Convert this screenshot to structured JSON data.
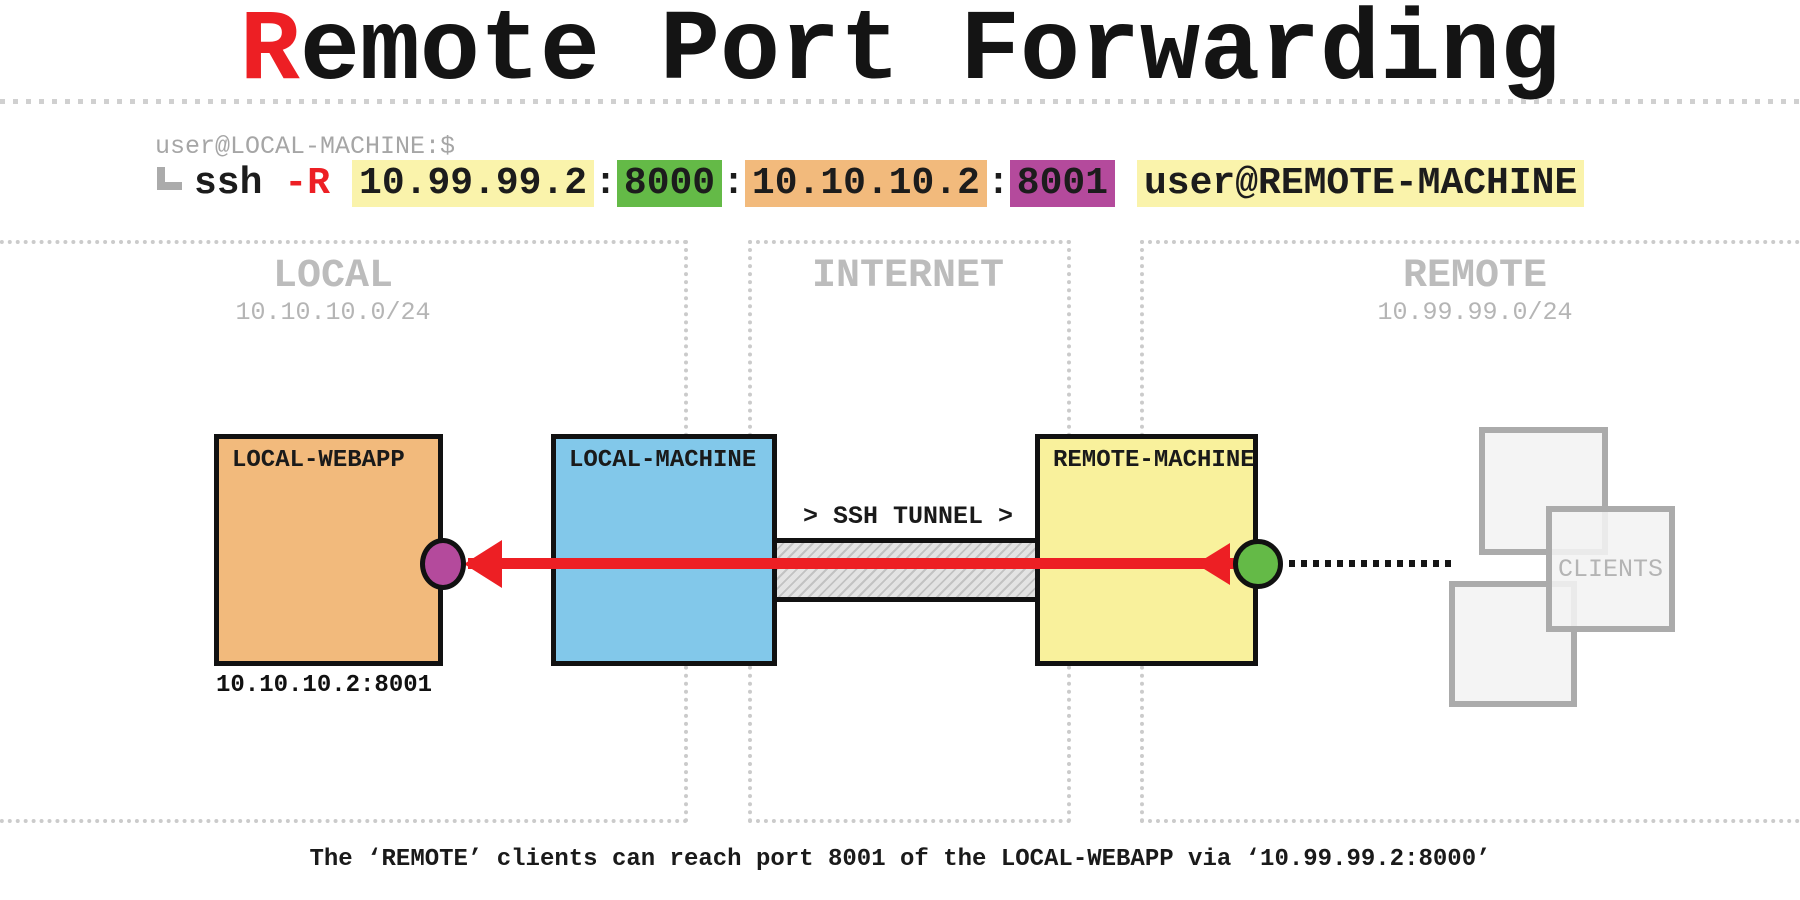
{
  "title": {
    "accent_letter": "R",
    "rest": "emote Port Forwarding"
  },
  "terminal": {
    "prompt": "user@LOCAL-MACHINE:$",
    "command": {
      "program": "ssh",
      "flag": "-R",
      "remote_bind_address": "10.99.99.2",
      "remote_port": "8000",
      "local_address": "10.10.10.2",
      "local_port": "8001",
      "colon": ":",
      "target": "user@REMOTE-MACHINE"
    }
  },
  "zones": {
    "local": {
      "label": "LOCAL",
      "subnet": "10.10.10.0/24"
    },
    "internet": {
      "label": "INTERNET"
    },
    "remote": {
      "label": "REMOTE",
      "subnet": "10.99.99.0/24"
    }
  },
  "nodes": {
    "webapp": {
      "label": "LOCAL-WEBAPP",
      "address": "10.10.10.2:8001"
    },
    "local_machine": {
      "label": "LOCAL-MACHINE"
    },
    "remote_machine": {
      "label": "REMOTE-MACHINE"
    },
    "clients": {
      "label": "CLIENTS"
    }
  },
  "tunnel": {
    "label": "> SSH TUNNEL >"
  },
  "caption": "The ‘REMOTE’ clients can reach port 8001 of the LOCAL-WEBAPP via ‘10.99.99.2:8000’",
  "colors": {
    "accent_red": "#ed1f24",
    "highlight_yellow": "#faf3ab",
    "highlight_green": "#64ba47",
    "highlight_orange": "#f2ba7c",
    "highlight_purple": "#b44a9c",
    "webapp_fill": "#f2ba7c",
    "local_machine_fill": "#82c8ea",
    "remote_machine_fill": "#f9f19c",
    "port_green": "#64ba47",
    "port_purple": "#b44a9c",
    "zone_text_gray": "#bcbcbc",
    "prompt_gray": "#a6a6a6",
    "clients_gray": "#ababab"
  }
}
